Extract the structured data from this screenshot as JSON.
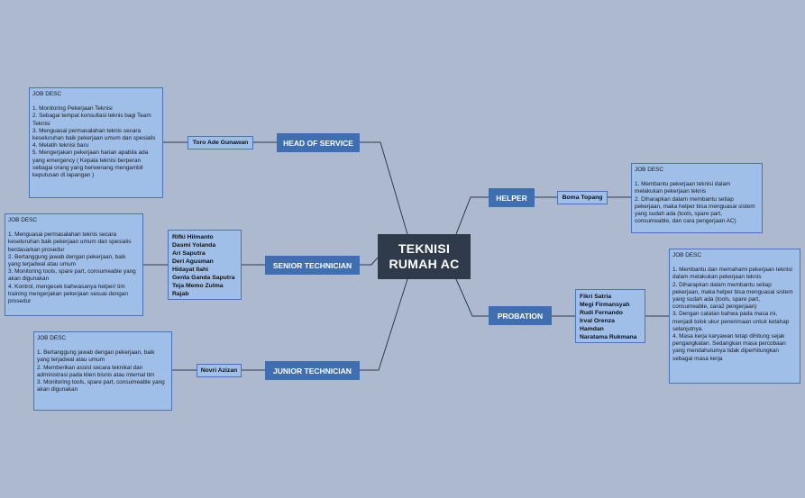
{
  "center": {
    "line1": "TEKNISI",
    "line2": "RUMAH AC"
  },
  "branches": {
    "head": {
      "role": "HEAD OF SERVICE",
      "names": [
        "Toro Ade Gunawan"
      ],
      "desc_title": "JOB DESC",
      "desc": [
        "1. Monitoring Pekerjaan Teknisi",
        "2. Sebagai tempat konsultasi teknis bagi Team Teknisi",
        "3. Menguasai permasalahan teknis secara keseluruhan baik pekerjaan umum dan spesialis",
        "4. Melatih teknisi baru",
        "5. Mengerjakan pekerjaan harian apabila ada yang emergency ( Kepala teknisi berperan sebagai orang yang berwenang mengambil keputusan di lapangan )"
      ]
    },
    "senior": {
      "role": "SENIOR TECHNICIAN",
      "names": [
        "Rifki Hilmanto",
        "Dasmi Yolanda",
        "Ari Saputra",
        "Deri Agusman",
        "Hidayat Ilahi",
        "Genta Ganda Saputra",
        "Teja Memo Zulma",
        "Rajab"
      ],
      "desc_title": "JOB DESC",
      "desc": [
        "1. Menguasai permasalahan teknis secara keseluruhan baik pekerjaan umum dan spesialis berdasarkan prosedur",
        "2. Bertanggung jawab dengan pekerjaan, baik yang terjadwal atau umum",
        "3. Monitoring tools, spare part, consumeable yang akan digunakan",
        "4. Kontrol, mengecek bahwasanya helper/ tim training mengerjakan pekerjaan sesuai dengan prosedur"
      ]
    },
    "junior": {
      "role": "JUNIOR TECHNICIAN",
      "names": [
        "Novri Azizan"
      ],
      "desc_title": "JOB DESC",
      "desc": [
        "1. Bertanggung jawab dengan pekerjaan, baik yang terjadwal atau umum",
        "2. Memberikan assist secara teknikal dan administrasi pada klien bisnis atau internal tim",
        "3. Monitoring tools, spare part, consumeable yang akan digunakan"
      ]
    },
    "helper": {
      "role": "HELPER",
      "names": [
        "Boma Topang"
      ],
      "desc_title": "JOB DESC",
      "desc": [
        "1. Membantu pekerjaan teknisi dalam melakukan pekerjaan teknis",
        "2. Diharapkan dalam membantu setiap pekerjaan, maka helper bisa menguasai sistem yang sudah ada (tools, spare part, consumeable, dan cara pengerjaan AC)"
      ]
    },
    "probation": {
      "role": "PROBATION",
      "names": [
        "Fikri Satria",
        "Megi Firmansyah",
        "Rudi Fernando",
        "Irval Orenza",
        "Hamdan",
        "Naratama Rukmana"
      ],
      "desc_title": "JOB DESC",
      "desc": [
        "1. Membantu dan memahami pekerjaan teknisi dalam melakukan pekerjaan teknis",
        "2. Diharapkan dalam membantu setiap pekerjaan, maka helper bisa menguasai sistem yang sudah ada (tools, spare part, consumeable, cara2 pengerjaan)",
        "3. Dengan catatan bahwa pada masa ini, menjadi tolok ukur penerimaan untuk ketahap selanjutnya.",
        "4. Masa kerja karyawan tetap dihitung sejak pengangkatan. Sedangkan masa percobaan yang mendahuluinya tidak diperhitungkan sebagai masa kerja"
      ]
    }
  },
  "colors": {
    "background": "#adb9cf",
    "center": "#2f3b4a",
    "role": "#3f6fb0",
    "box": "#9fbfe9",
    "line": "#2f3b4a"
  }
}
